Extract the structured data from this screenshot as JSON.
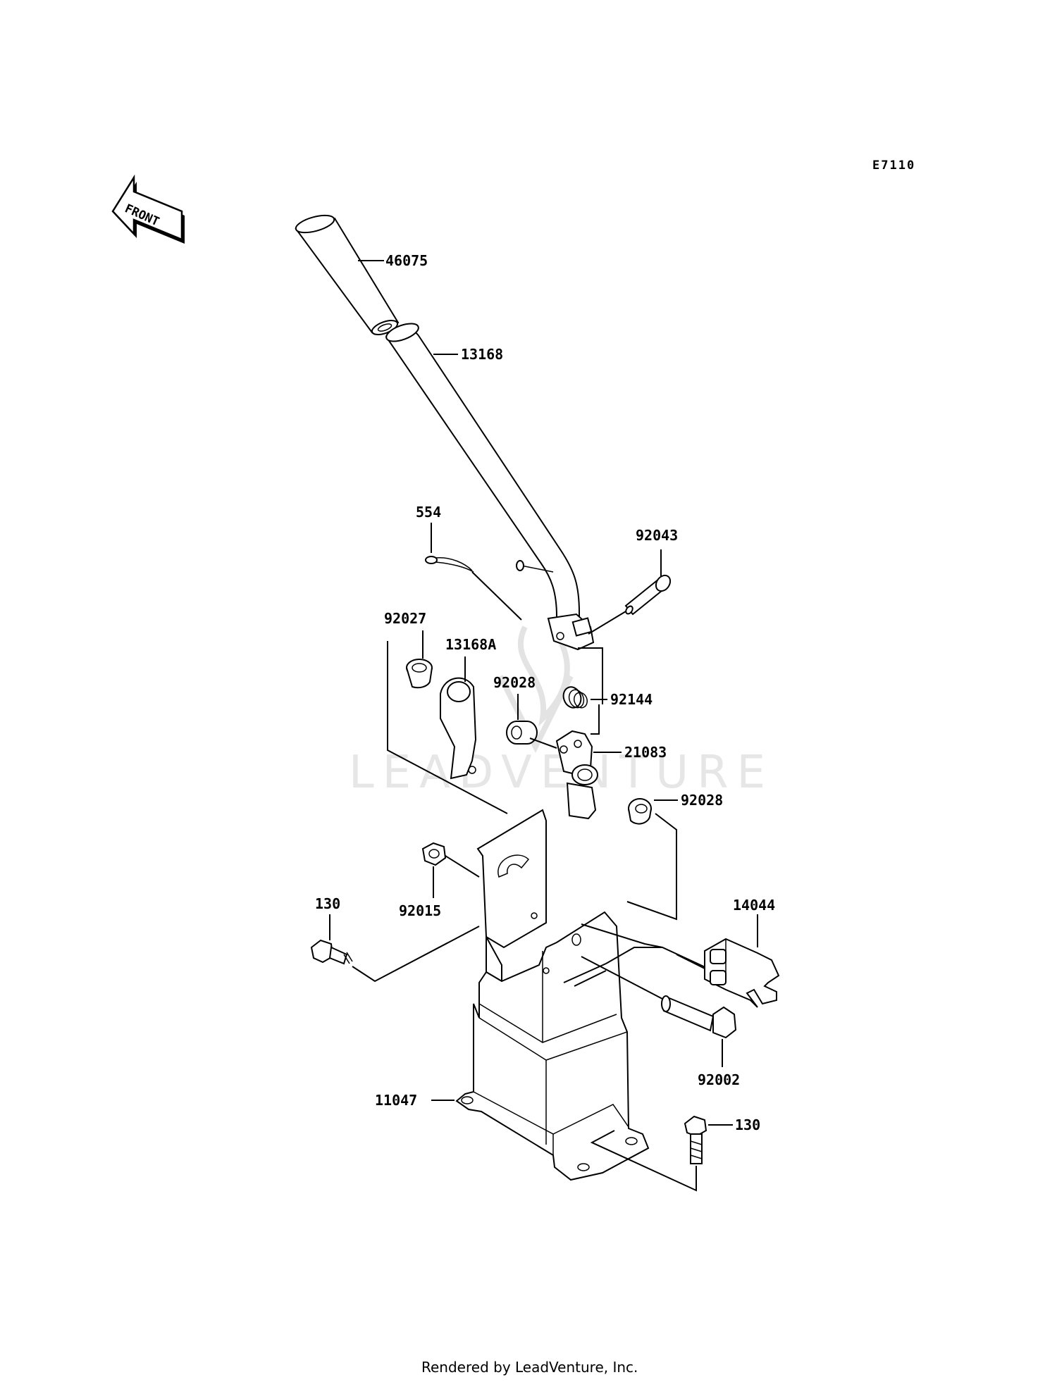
{
  "diagram_code": "E7110",
  "front_marker": "FRONT",
  "watermark": "LEADVENTURE",
  "footer": "Rendered by LeadVenture, Inc.",
  "parts": {
    "p46075": "46075",
    "p13168": "13168",
    "p554": "554",
    "p92043": "92043",
    "p92027": "92027",
    "p13168A": "13168A",
    "p92028a": "92028",
    "p92144": "92144",
    "p21083": "21083",
    "p92028b": "92028",
    "p92015": "92015",
    "p130a": "130",
    "p14044": "14044",
    "p92002": "92002",
    "p11047": "11047",
    "p130b": "130"
  }
}
